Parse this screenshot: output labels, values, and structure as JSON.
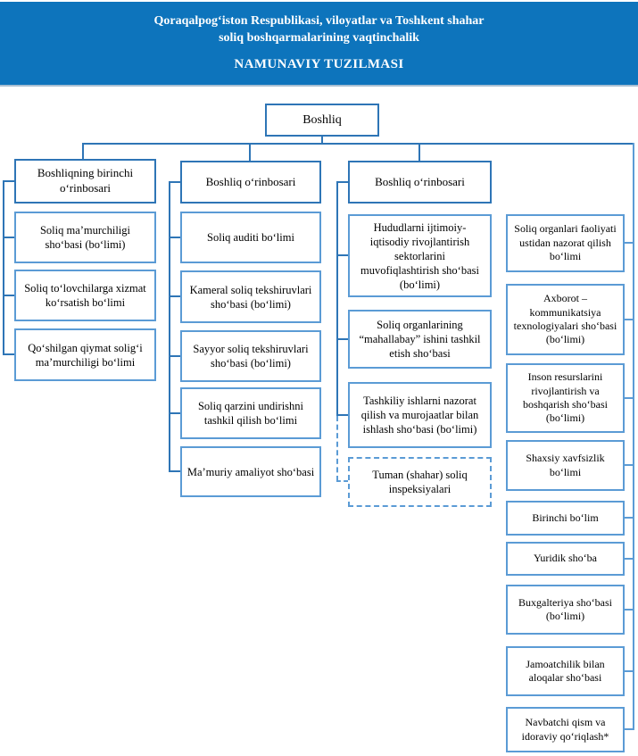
{
  "banner": {
    "line1": "Qoraqalpog‘iston Respublikasi, viloyatlar va Toshkent shahar",
    "line2": "soliq boshqarmalarining vaqtinchalik",
    "line3": "NAMUNAVIY TUZILMASI"
  },
  "root": {
    "label": "Boshliq"
  },
  "columns": [
    {
      "header": "Boshliqning birinchi o‘rinbosari",
      "items": [
        "Soliq ma’murchiligi sho‘basi (bo‘limi)",
        "Soliq to‘lovchilarga xizmat ko‘rsatish bo‘limi",
        "Qo‘shilgan qiymat solig‘i ma’murchiligi bo‘limi"
      ]
    },
    {
      "header": "Boshliq o‘rinbosari",
      "items": [
        "Soliq auditi bo‘limi",
        "Kameral soliq tekshiruvlari sho‘basi (bo‘limi)",
        "Sayyor soliq tekshiruvlari sho‘basi (bo‘limi)",
        "Soliq qarzini undirishni tashkil qilish bo‘limi",
        "Ma’muriy amaliyot sho‘basi"
      ]
    },
    {
      "header": "Boshliq o‘rinbosari",
      "items": [
        "Hududlarni ijtimoiy-iqtisodiy rivojlantirish sektorlarini muvofiqlashtirish sho‘basi (bo‘limi)",
        "Soliq organlarining “mahallabay” ishini tashkil etish sho‘basi",
        "Tashkiliy ishlarni nazorat qilish va murojaatlar bilan ishlash sho‘basi (bo‘limi)",
        "Tuman (shahar) soliq inspeksiyalari"
      ]
    },
    {
      "items": [
        "Soliq organlari faoliyati ustidan nazorat qilish bo‘limi",
        "Axborot – kommunikatsiya texnologiyalari sho‘basi (bo‘limi)",
        "Inson resurslarini rivojlantirish va boshqarish sho‘basi (bo‘limi)",
        "Shaxsiy xavfsizlik bo‘limi",
        "Birinchi bo‘lim",
        "Yuridik sho‘ba",
        "Buxgalteriya sho‘basi (bo‘limi)",
        "Jamoatchilik bilan aloqalar sho‘basi",
        "Navbatchi qism va idoraviy qo‘riqlash*"
      ]
    }
  ],
  "colors": {
    "banner_bg": "#0d74bc",
    "box_border": "#5b9bd5",
    "box_border_dark": "#2e75b6",
    "connector": "#2e75b6",
    "text": "#000000"
  }
}
